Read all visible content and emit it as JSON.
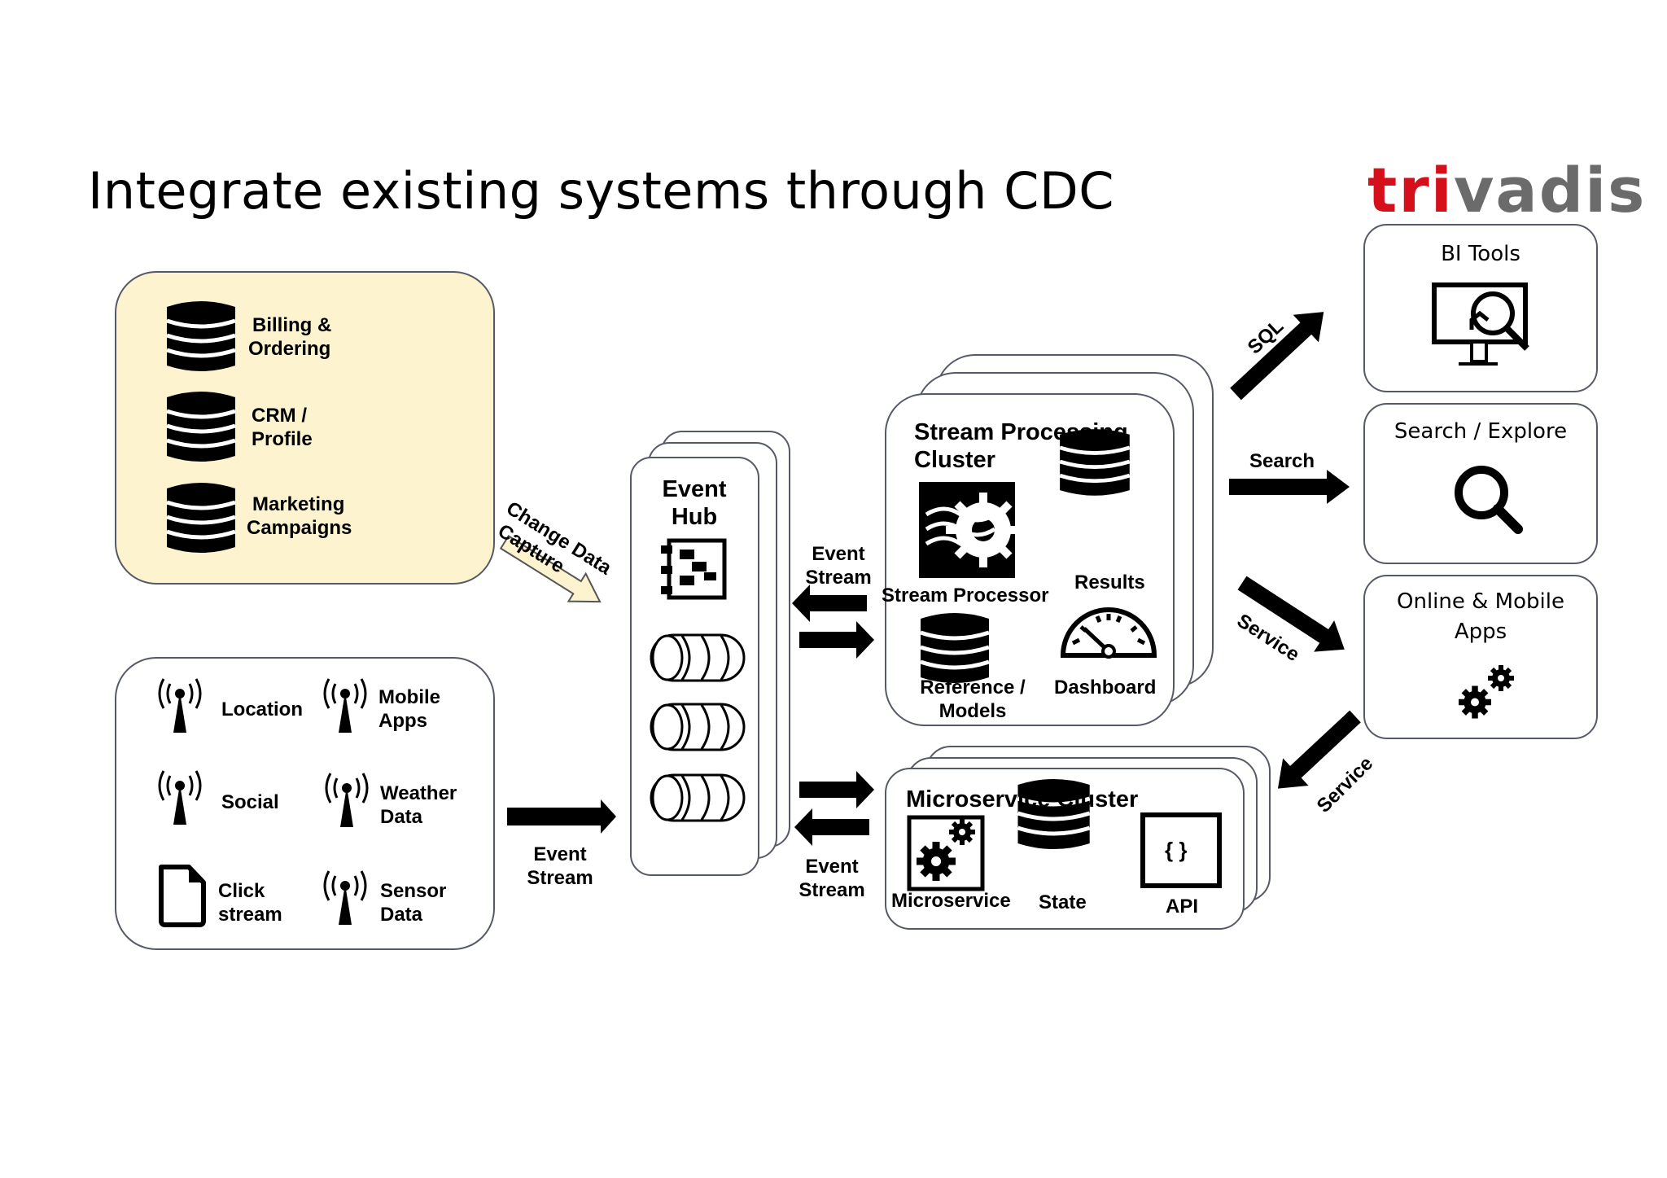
{
  "title": "Integrate existing systems through CDC",
  "logo": {
    "part1": "tri",
    "part2": "vadis",
    "accent_color": "#d5101b",
    "gray_color": "#6b6b6b"
  },
  "sources_db": {
    "fill_color": "#fdf3cf",
    "items": [
      {
        "line1": "Billing &",
        "line2": "Ordering"
      },
      {
        "line1": "CRM /",
        "line2": "Profile"
      },
      {
        "line1": "Marketing",
        "line2": "Campaigns"
      }
    ]
  },
  "sources_stream": {
    "location": "Location",
    "mobile": {
      "line1": "Mobile",
      "line2": "Apps"
    },
    "social": "Social",
    "weather": {
      "line1": "Weather",
      "line2": "Data"
    },
    "click": {
      "line1": "Click",
      "line2": "stream"
    },
    "sensor": {
      "line1": "Sensor",
      "line2": "Data"
    }
  },
  "arrows": {
    "cdc": {
      "line1": "Change Data",
      "line2": "Capture"
    },
    "event_stream_in": {
      "line1": "Event",
      "line2": "Stream"
    },
    "event_stream_sp": {
      "line1": "Event",
      "line2": "Stream"
    },
    "event_stream_ms": {
      "line1": "Event",
      "line2": "Stream"
    },
    "sql": "SQL",
    "search": "Search",
    "service_out": "Service",
    "service_in": "Service"
  },
  "event_hub": {
    "line1": "Event",
    "line2": "Hub"
  },
  "stream_processing": {
    "title_line1": "Stream Processing",
    "title_line2": "Cluster",
    "stream_processor": "Stream Processor",
    "results": "Results",
    "reference": {
      "line1": "Reference /",
      "line2": "Models"
    },
    "dashboard": "Dashboard"
  },
  "microservice_cluster": {
    "title": "Microservice Cluster",
    "microservice": "Microservice",
    "state": "State",
    "api": "API",
    "api_glyph": "{ }"
  },
  "consumers": {
    "bi_tools": "BI Tools",
    "search_explore": "Search / Explore",
    "online_mobile": {
      "line1": "Online & Mobile",
      "line2": "Apps"
    }
  },
  "icons": [
    "database-icon",
    "antenna-icon",
    "document-icon",
    "event-hub-icon",
    "queue-icon",
    "stream-processor-icon",
    "dashboard-gauge-icon",
    "gears-icon",
    "api-icon",
    "bi-monitor-icon",
    "search-icon"
  ]
}
